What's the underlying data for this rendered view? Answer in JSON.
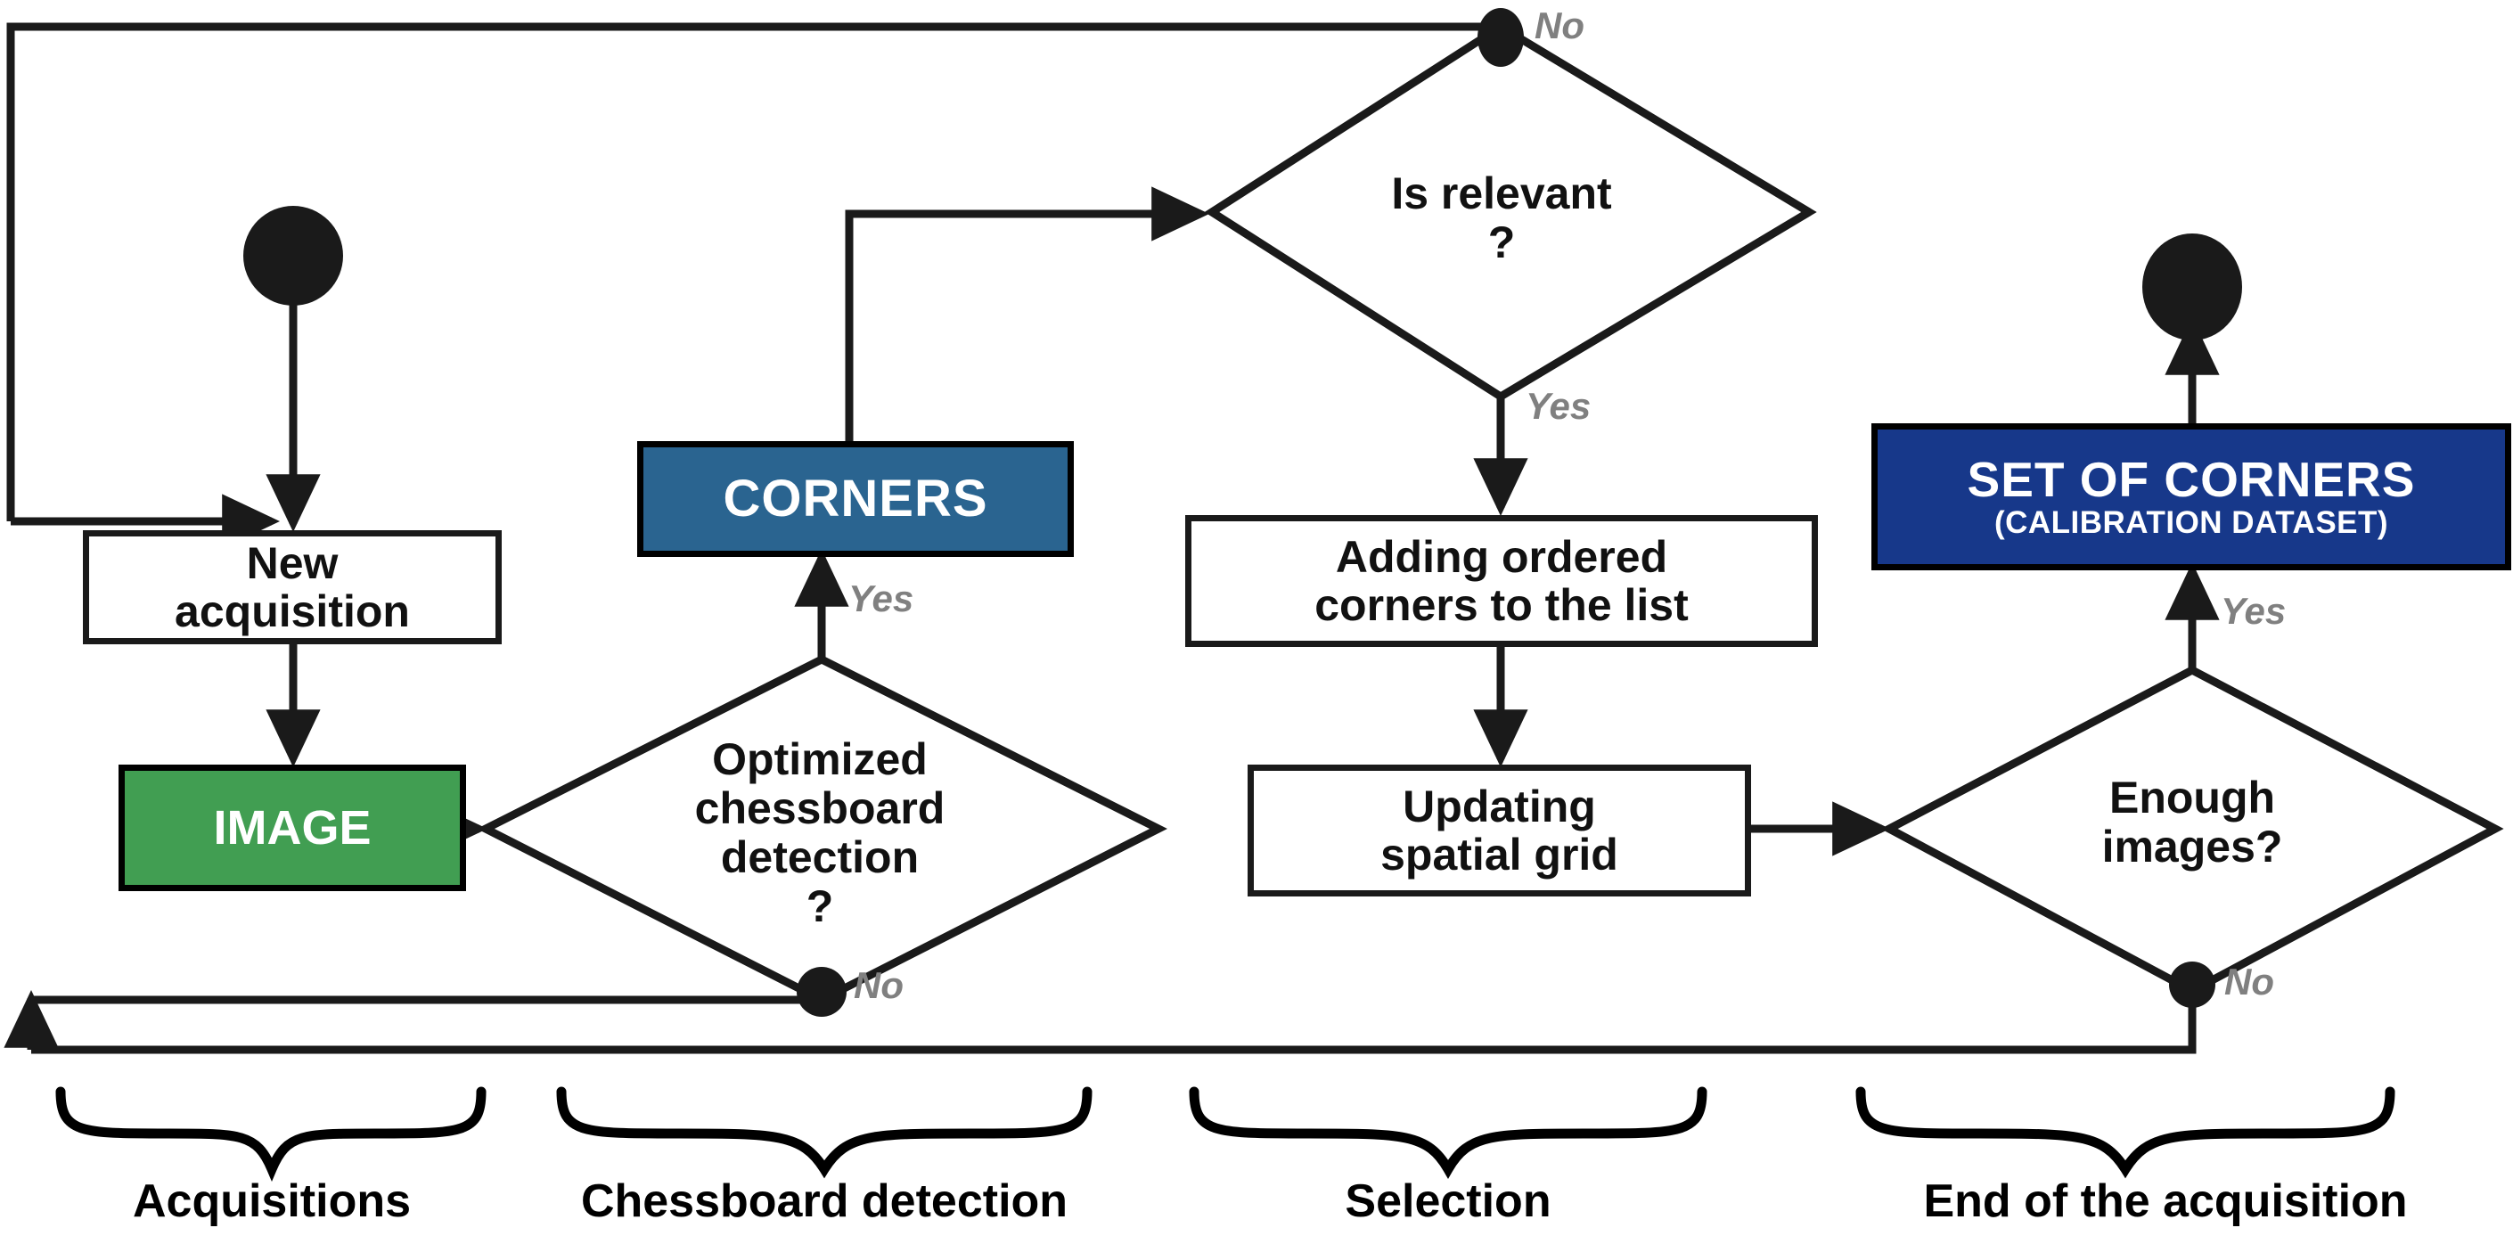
{
  "diagram": {
    "title": "Camera calibration acquisition flowchart",
    "colors": {
      "image_box": "#419E52",
      "corners_box": "#2A6490",
      "set_of_corners_box": "#17388A",
      "line": "#1a1a1a",
      "edge_label": "#808080"
    }
  },
  "nodes": {
    "start_acquisition": {
      "type": "start-node",
      "label": ""
    },
    "new_acquisition": {
      "type": "process",
      "label": "New\nacquisition",
      "line1": "New",
      "line2": "acquisition"
    },
    "image": {
      "type": "data",
      "label": "IMAGE"
    },
    "chessboard_decision": {
      "type": "decision",
      "line1": "Optimized",
      "line2": "chessboard",
      "line3": "detection",
      "line4": "?"
    },
    "corners": {
      "type": "data",
      "label": "CORNERS"
    },
    "is_relevant_decision": {
      "type": "decision",
      "line1": "Is relevant",
      "line2": "?"
    },
    "adding_corners": {
      "type": "process",
      "line1": "Adding ordered",
      "line2": "corners to the list"
    },
    "updating_grid": {
      "type": "process",
      "line1": "Updating",
      "line2": "spatial grid"
    },
    "enough_images_decision": {
      "type": "decision",
      "line1": "Enough",
      "line2": "images?"
    },
    "set_of_corners": {
      "type": "data",
      "line1": "SET OF CORNERS",
      "line2": "(CALIBRATION DATASET)"
    },
    "end_node": {
      "type": "end-node",
      "label": ""
    }
  },
  "edge_labels": {
    "chessboard_yes": "Yes",
    "chessboard_no": "No",
    "relevant_no": "No",
    "relevant_yes": "Yes",
    "enough_yes": "Yes",
    "enough_no": "No"
  },
  "groups": [
    {
      "id": "acquisitions",
      "label": "Acquisitions"
    },
    {
      "id": "chessboard-detection",
      "label": "Chessboard detection"
    },
    {
      "id": "selection",
      "label": "Selection"
    },
    {
      "id": "end-of-acquisition",
      "label": "End of the acquisition"
    }
  ]
}
